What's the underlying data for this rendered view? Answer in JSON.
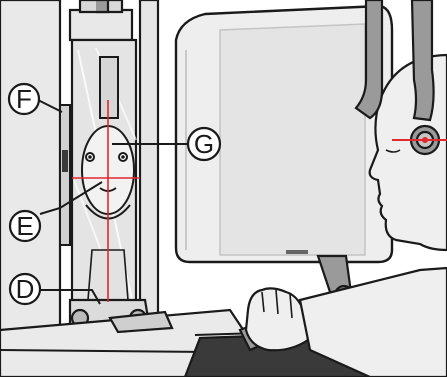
{
  "callouts": [
    {
      "letter": "F",
      "part": "mirror"
    },
    {
      "letter": "G",
      "part": "vertical-laser-line"
    },
    {
      "letter": "E",
      "part": "horizontal-laser-line"
    },
    {
      "letter": "D",
      "part": "bite-block-holder"
    }
  ],
  "colors": {
    "laser": "#e0282d",
    "device_fill": "#eeeeee",
    "outline": "#1a1a1a",
    "shadow": "#cfcfcf",
    "gray_arm": "#9a9a9a",
    "dark_panel": "#3a3a3a",
    "mirror_fill": "#e4e4e4",
    "background": "#ffffff"
  }
}
